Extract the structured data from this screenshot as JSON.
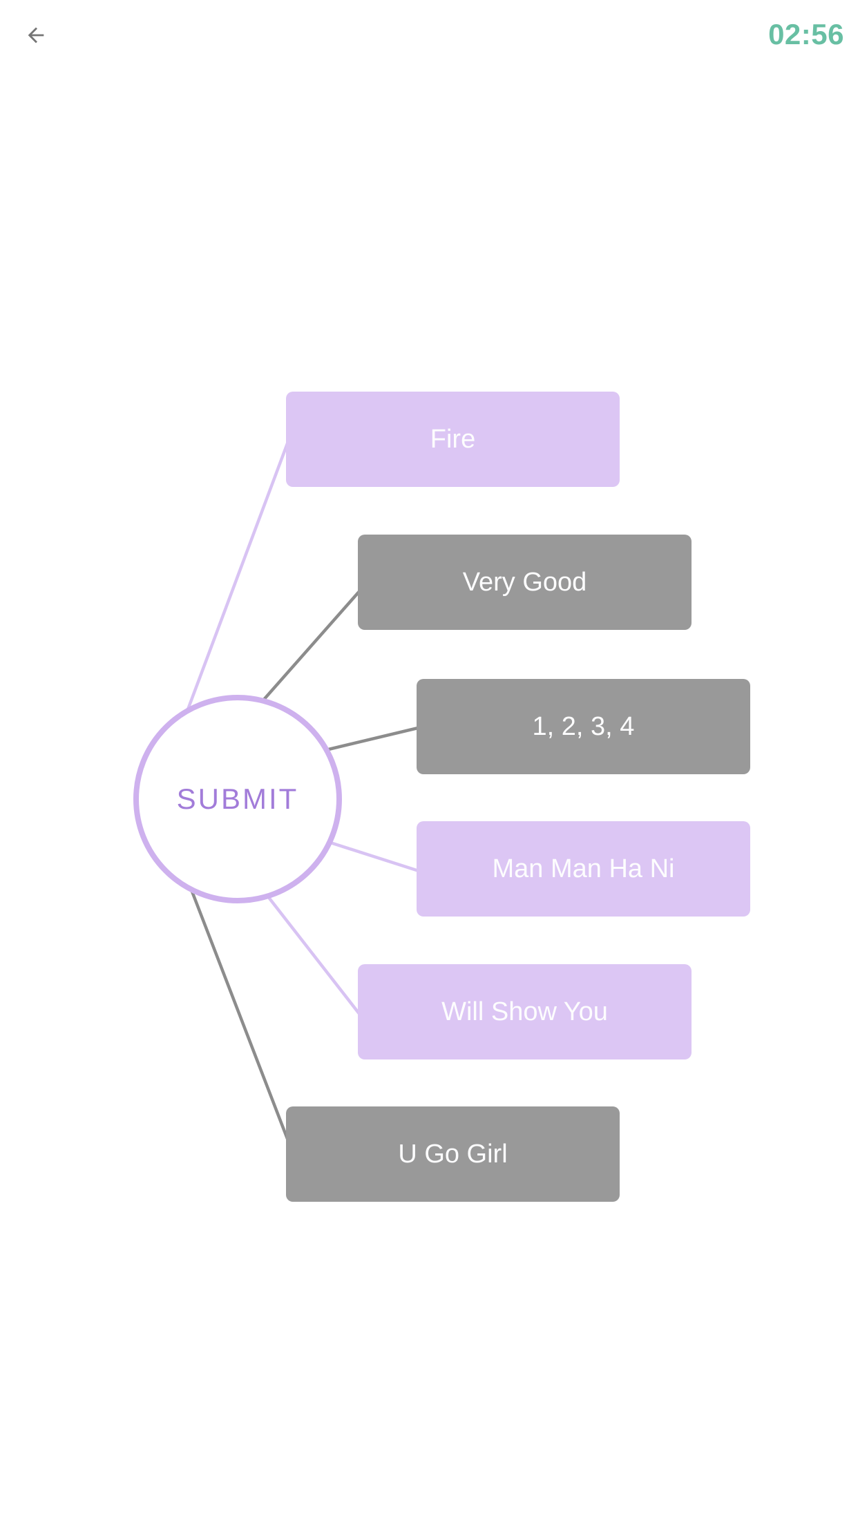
{
  "header": {
    "timer": "02:56",
    "back_icon": "arrow-left"
  },
  "center": {
    "label": "SUBMIT"
  },
  "options": [
    {
      "label": "Fire",
      "variant": "purple"
    },
    {
      "label": "Very Good",
      "variant": "gray"
    },
    {
      "label": "1, 2, 3, 4",
      "variant": "gray"
    },
    {
      "label": "Man Man Ha Ni",
      "variant": "purple"
    },
    {
      "label": "Will Show You",
      "variant": "purple"
    },
    {
      "label": "U Go Girl",
      "variant": "gray"
    }
  ],
  "colors": {
    "option_purple": "#DCC6F4",
    "option_gray": "#999999",
    "line_purple": "#D8C3F3",
    "line_gray": "#8C8C8C",
    "circle_border": "#CEB1EE",
    "center_text": "#A27CD9",
    "timer": "#68BFA3",
    "back_arrow": "#757575",
    "option_text": "#FDFDFE",
    "bg": "#FFFFFF"
  }
}
